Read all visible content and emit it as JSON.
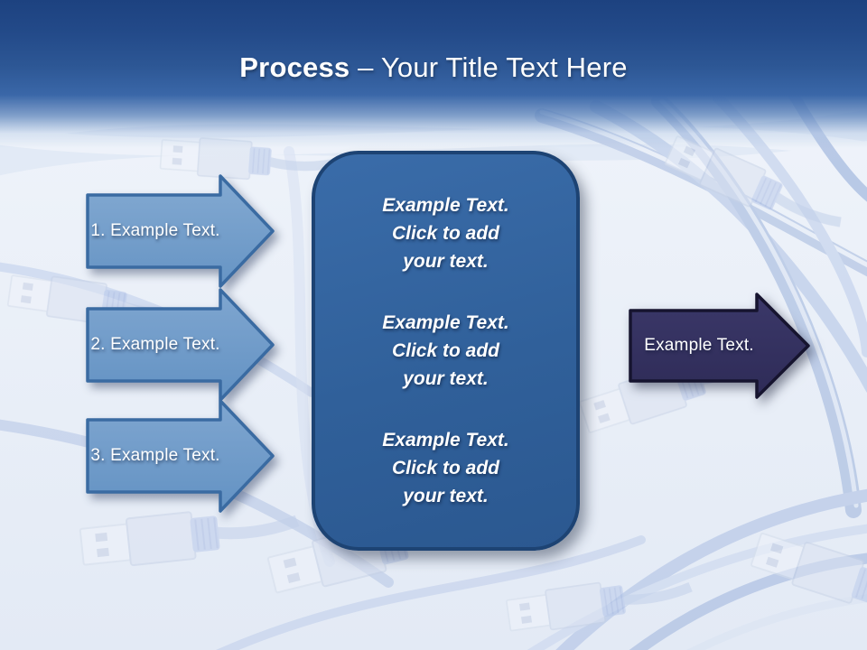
{
  "slide": {
    "title": {
      "emphasis": "Process",
      "rest": "– Your Title Text Here"
    },
    "steps": [
      {
        "label": "1. Example Text."
      },
      {
        "label": "2. Example Text."
      },
      {
        "label": "3. Example Text."
      }
    ],
    "center_panel": {
      "blocks": [
        {
          "lines": [
            "Example Text.",
            "Click  to add",
            "your text."
          ]
        },
        {
          "lines": [
            "Example Text.",
            "Click  to add",
            "your text."
          ]
        },
        {
          "lines": [
            "Example Text.",
            "Click  to add",
            "your text."
          ]
        }
      ]
    },
    "result_arrow": {
      "label": "Example Text."
    },
    "colors": {
      "header_top": "#1d4280",
      "header_mid": "#3a67a8",
      "step_arrow_fill": "#6f9ccb",
      "step_arrow_border": "#3a6ba2",
      "panel_fill": "#3063a0",
      "panel_border": "#1d4373",
      "result_arrow_fill": "#35325f",
      "result_arrow_border": "#16142f",
      "background": "#e9eef7",
      "text": "#ffffff"
    }
  }
}
